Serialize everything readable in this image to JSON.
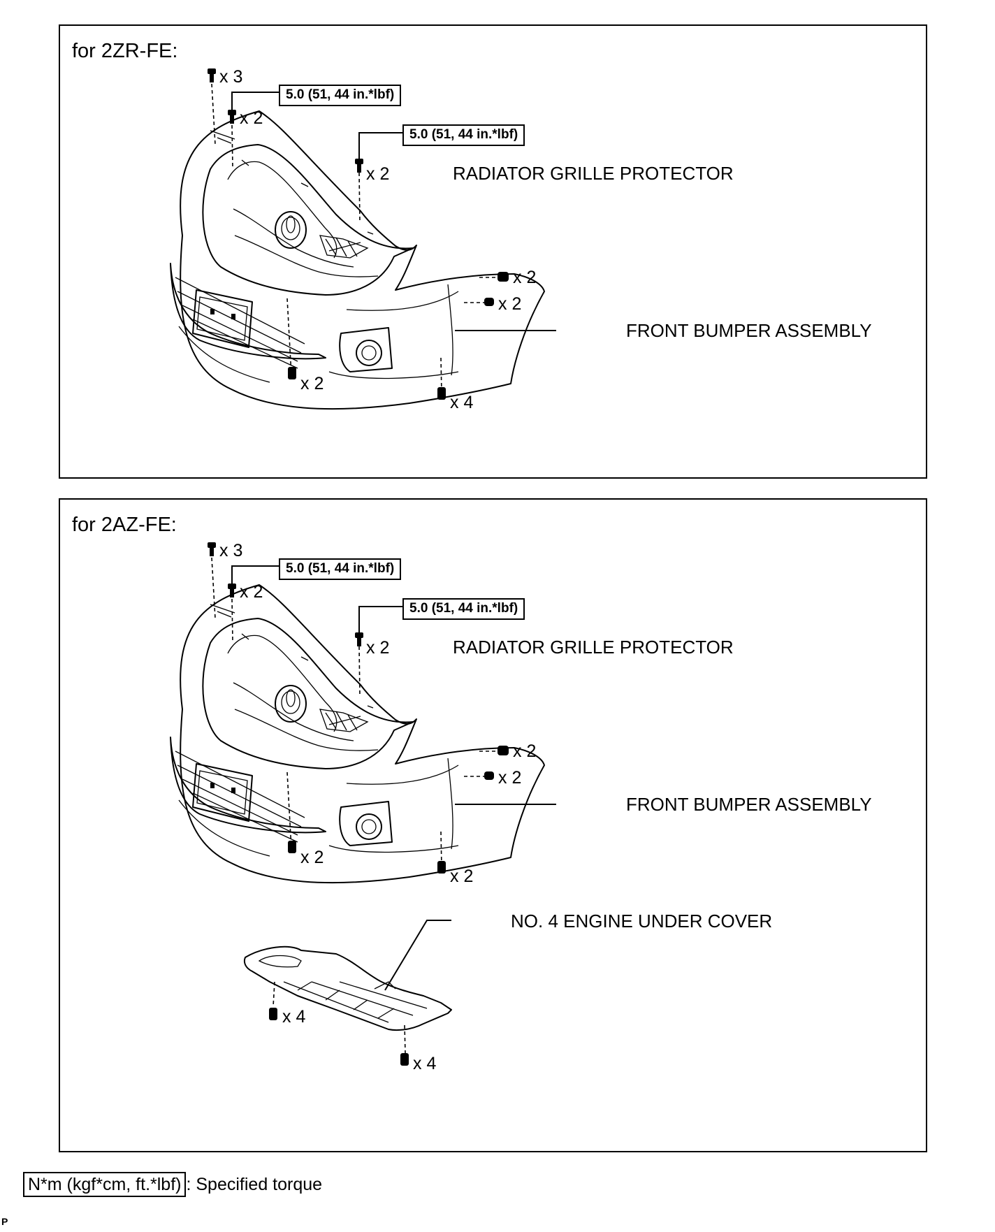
{
  "panels": [
    {
      "title": "for 2ZR-FE:",
      "torque_1": "5.0 (51, 44 in.*lbf)",
      "torque_2": "5.0 (51, 44 in.*lbf)",
      "grille_label": "RADIATOR GRILLE PROTECTOR",
      "bumper_label": "FRONT BUMPER ASSEMBLY",
      "qty_top_clips": "x 3",
      "qty_grille_bolts_left": "x 2",
      "qty_grille_bolts_right": "x 2",
      "qty_side_upper": "x 2",
      "qty_side_lower": "x 2",
      "qty_bottom_left": "x 2",
      "qty_bottom_right": "x 4"
    },
    {
      "title": "for 2AZ-FE:",
      "torque_1": "5.0 (51, 44 in.*lbf)",
      "torque_2": "5.0 (51, 44 in.*lbf)",
      "grille_label": "RADIATOR GRILLE PROTECTOR",
      "bumper_label": "FRONT BUMPER ASSEMBLY",
      "qty_top_clips": "x 3",
      "qty_grille_bolts_left": "x 2",
      "qty_grille_bolts_right": "x 2",
      "qty_side_upper": "x 2",
      "qty_side_lower": "x 2",
      "qty_bottom_left": "x 2",
      "qty_bottom_right": "x 2",
      "cover_label": "NO. 4 ENGINE UNDER COVER",
      "qty_cover_left": "x 4",
      "qty_cover_right": "x 4"
    }
  ],
  "legend": {
    "boxed_text": "N*m (kgf*cm, ft.*lbf)",
    "suffix": ": Specified torque"
  },
  "page_code": "P"
}
